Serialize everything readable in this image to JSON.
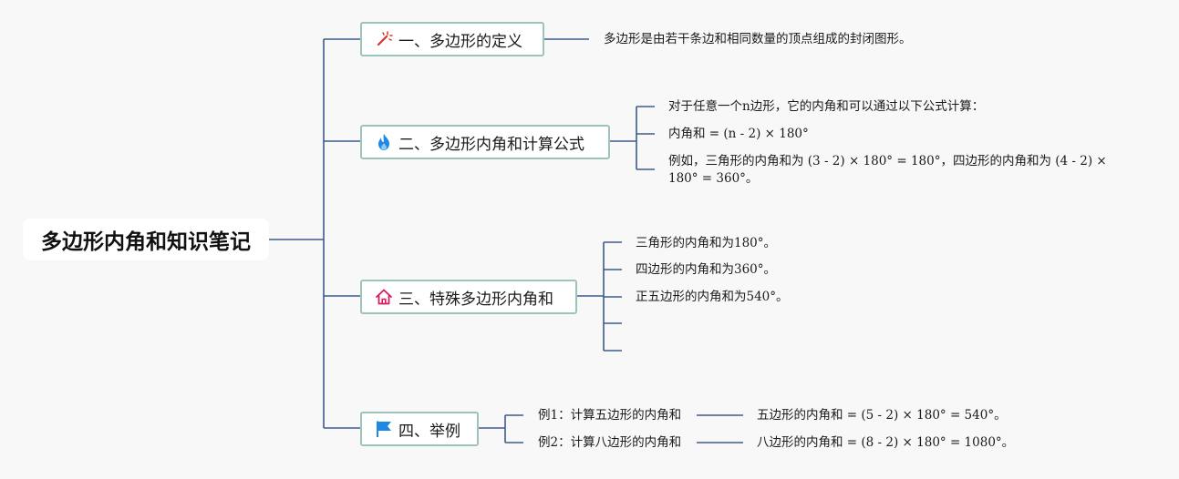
{
  "root": {
    "title": "多边形内角和知识笔记"
  },
  "branches": [
    {
      "label": "一、多边形的定义",
      "icon": "magic-wand-icon",
      "leaves": [
        "多边形是由若干条边和相同数量的顶点组成的封闭图形。"
      ]
    },
    {
      "label": "二、多边形内角和计算公式",
      "icon": "flame-icon",
      "leaves": [
        "对于任意一个n边形，它的内角和可以通过以下公式计算：",
        "内角和 = (n - 2) × 180°",
        "例如，三角形的内角和为 (3 - 2) × 180° = 180°，四边形的内角和为 (4 - 2) × 180° = 360°。"
      ]
    },
    {
      "label": "三、特殊多边形内角和",
      "icon": "house-icon",
      "leaves": [
        "三角形的内角和为180°。",
        "四边形的内角和为360°。",
        "正五边形的内角和为540°。",
        "",
        ""
      ]
    },
    {
      "label": "四、举例",
      "icon": "flag-icon",
      "leaves": [
        "例1：计算五边形的内角和",
        "例2：计算八边形的内角和"
      ],
      "results": [
        "五边形的内角和 = (5 - 2) × 180° = 540°。",
        "八边形的内角和 = (8 - 2) × 180° = 1080°。"
      ]
    }
  ],
  "colors": {
    "line": "#3d5a8a",
    "branch_border": "#9cc4b8",
    "wand": "#d9342b",
    "flame": "#1e88e5",
    "house": "#d81b60",
    "flag": "#1e88e5"
  }
}
